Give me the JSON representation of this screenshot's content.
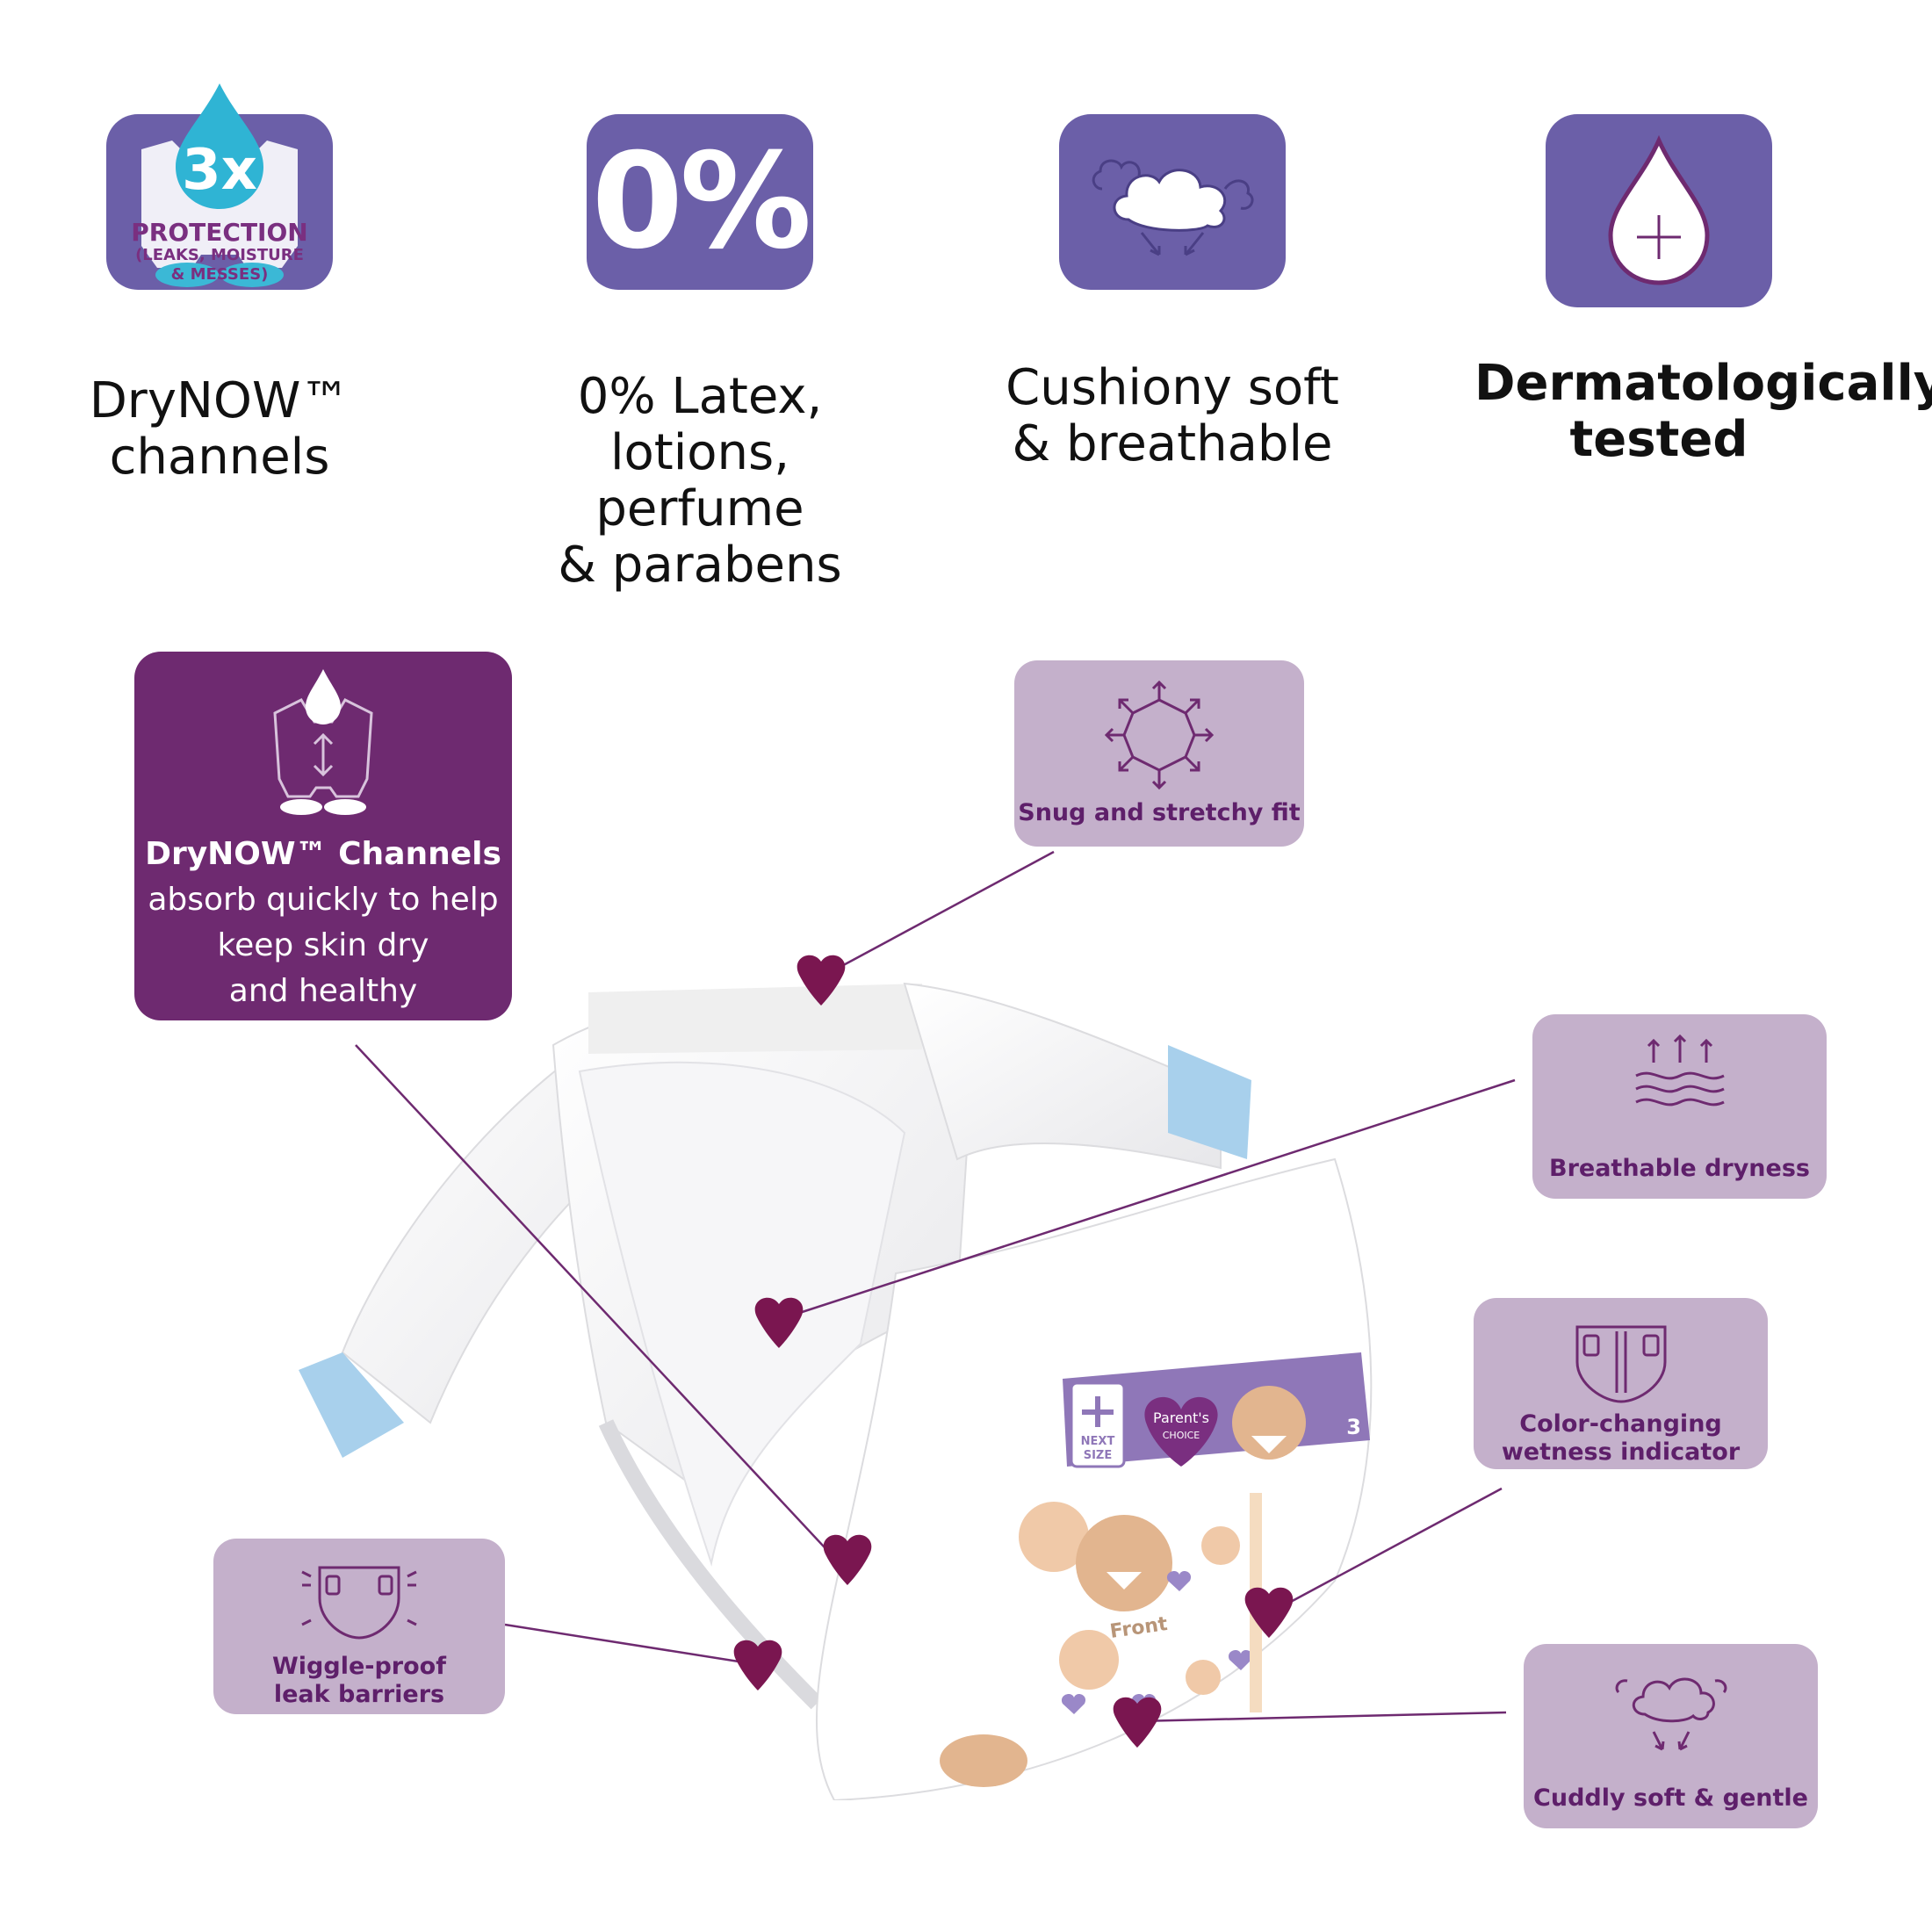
{
  "features": [
    {
      "label_line1": "DryNOW™",
      "label_line2": "channels",
      "icon": "drynow-3x-protection-icon",
      "badge_number": "3x",
      "badge_title": "PROTECTION",
      "badge_sub1": "(LEAKS, MOISTURE",
      "badge_sub2": "& MESSES)"
    },
    {
      "label_line1": "0% Latex,",
      "label_line2": "lotions, perfume",
      "label_line3": "& parabens",
      "icon_text": "0%"
    },
    {
      "label_line1": "Cushiony soft",
      "label_line2": "& breathable",
      "icon": "cloud-icon"
    },
    {
      "label_line1": "Dermatologically",
      "label_line2": "tested",
      "icon": "droplet-plus-icon"
    }
  ],
  "callouts": {
    "drynow": {
      "title": "DryNOW™ Channels",
      "line1": "absorb quickly to help",
      "line2": "keep skin dry",
      "line3": "and healthy"
    },
    "snug": "Snug and stretchy fit",
    "breathable": "Breathable dryness",
    "color_changing_1": "Color-changing",
    "color_changing_2": "wetness indicator",
    "wiggle_1": "Wiggle-proof",
    "wiggle_2": "leak barriers",
    "cuddly": "Cuddly soft & gentle"
  },
  "diaper": {
    "next_size_1": "NEXT",
    "next_size_2": "SIZE",
    "brand_1": "Parent's",
    "brand_2": "CHOICE",
    "size": "3",
    "front": "Front"
  },
  "colors": {
    "tile": "#6b5fa8",
    "card": "#c4b0cb",
    "dark": "#6e2a70",
    "heart": "#7a1650"
  }
}
